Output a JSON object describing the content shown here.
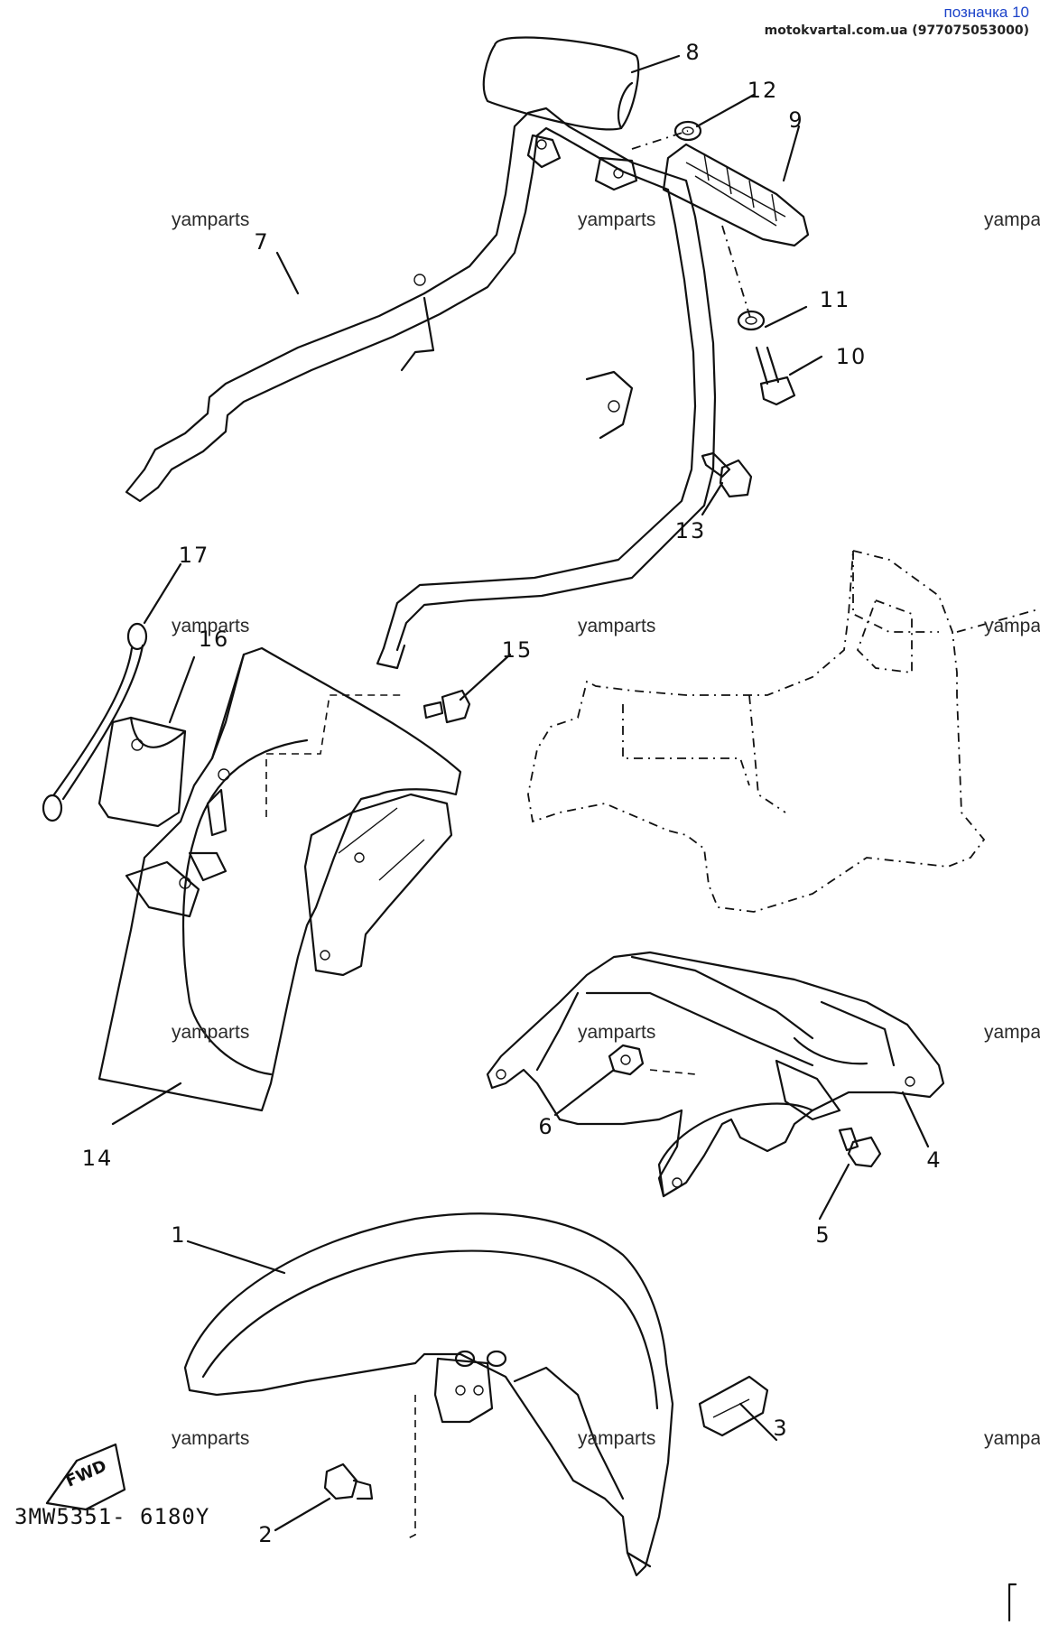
{
  "header": {
    "title": "позначка 10",
    "site": "motokvartal.com.ua (977075053000)"
  },
  "watermark": "yamparts",
  "diagram_code": "3MW5351- 6180Y",
  "fwd_label": "FWD",
  "callouts": [
    "1",
    "2",
    "3",
    "4",
    "5",
    "6",
    "7",
    "8",
    "9",
    "10",
    "11",
    "12",
    "13",
    "14",
    "15",
    "16",
    "17"
  ],
  "colors": {
    "ink": "#111111",
    "header_blue": "#1c43c9"
  }
}
